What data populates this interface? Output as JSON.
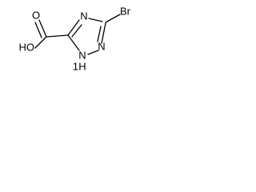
{
  "molecule": {
    "labels": {
      "bromo": "Br",
      "ring_n_top": "N",
      "ring_n_right": "N",
      "ring_nh_n": "N",
      "ring_nh_h": "H",
      "ring_nh_index": "1",
      "carbonyl_o": "O",
      "hydroxyl": "HO"
    }
  }
}
